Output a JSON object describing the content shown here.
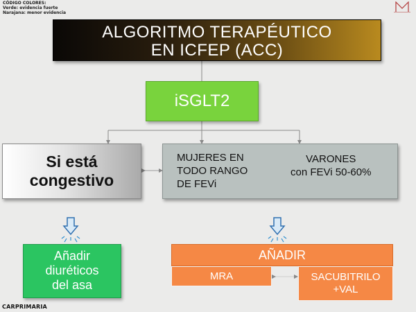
{
  "legend": {
    "line1": "CÓDIGO COLORES:",
    "line2": "Verde: evidencia fuerte",
    "line3": "Narajana: menor evidencia"
  },
  "title": {
    "line1": "ALGORITMO TERAPÉUTICO",
    "line2": "EN ICFEP (ACC)"
  },
  "drug": {
    "label": "iSGLT2"
  },
  "congestion": {
    "line1": "Si está",
    "line2": "congestivo"
  },
  "population": {
    "women": [
      "MUJERES EN",
      "TODO RANGO",
      "DE FEVi"
    ],
    "men": [
      "VARONES",
      "con FEVi 50-60%"
    ]
  },
  "diuretic": {
    "line1": "Añadir",
    "line2": "diuréticos",
    "line3": "del asa"
  },
  "add": {
    "label": "AÑADIR",
    "mra": "MRA",
    "sacubitril": [
      "SACUBITRILO",
      "+VAL"
    ]
  },
  "brand": "CARPRIMARIA",
  "colors": {
    "strong_evidence": "#79d33d",
    "weaker_evidence": "#f58845",
    "title_gradient_start": "#0a0806",
    "title_gradient_end": "#b98a1f",
    "population_box": "#b9c1bf",
    "diuretic_box": "#2bc561"
  }
}
